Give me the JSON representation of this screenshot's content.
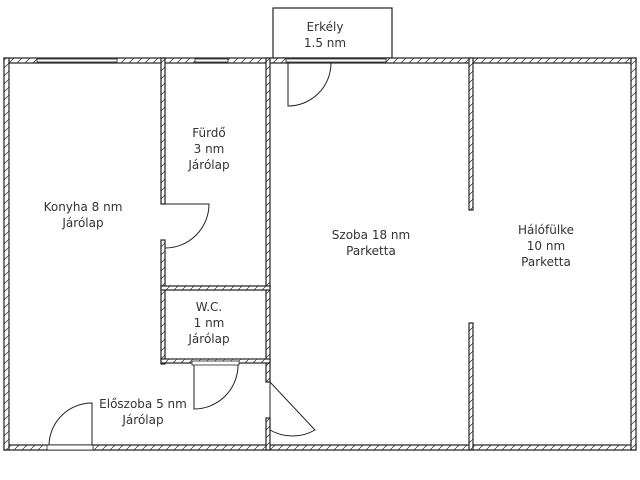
{
  "rooms": {
    "erkely": {
      "name": "Erkély",
      "area": "1.5 nm"
    },
    "furdo": {
      "name": "Fürdő",
      "area": "3 nm",
      "floor": "Járólap"
    },
    "konyha": {
      "name": "Konyha 8 nm",
      "floor": "Járólap"
    },
    "szoba": {
      "name": "Szoba 18 nm",
      "floor": "Parketta"
    },
    "halofulke": {
      "name": "Hálófülke",
      "area": "10 nm",
      "floor": "Parketta"
    },
    "wc": {
      "name": "W.C.",
      "area": "1 nm",
      "floor": "Járólap"
    },
    "eloszoba": {
      "name": "Előszoba 5 nm",
      "floor": "Járólap"
    }
  },
  "colors": {
    "wall": "#222222",
    "background": "#ffffff",
    "text": "#333333"
  }
}
